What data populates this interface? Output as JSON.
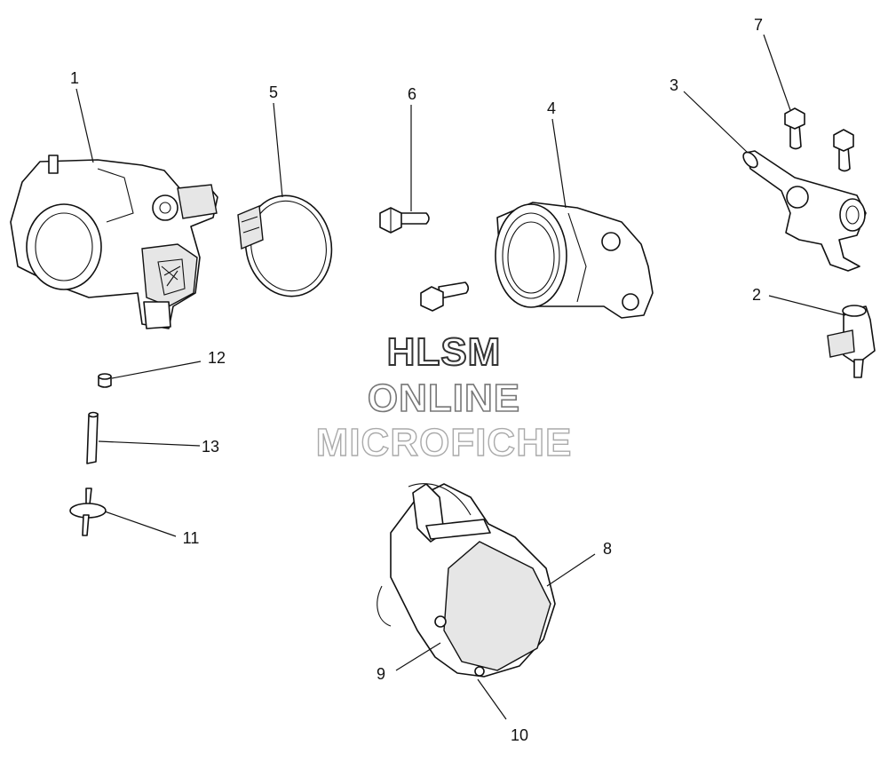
{
  "callouts": [
    "1",
    "2",
    "3",
    "4",
    "5",
    "6",
    "7",
    "8",
    "9",
    "10",
    "11",
    "12",
    "13"
  ],
  "watermark": {
    "line1": "HLSM",
    "line2": "ONLINE",
    "line3": "MICROFICHE"
  }
}
